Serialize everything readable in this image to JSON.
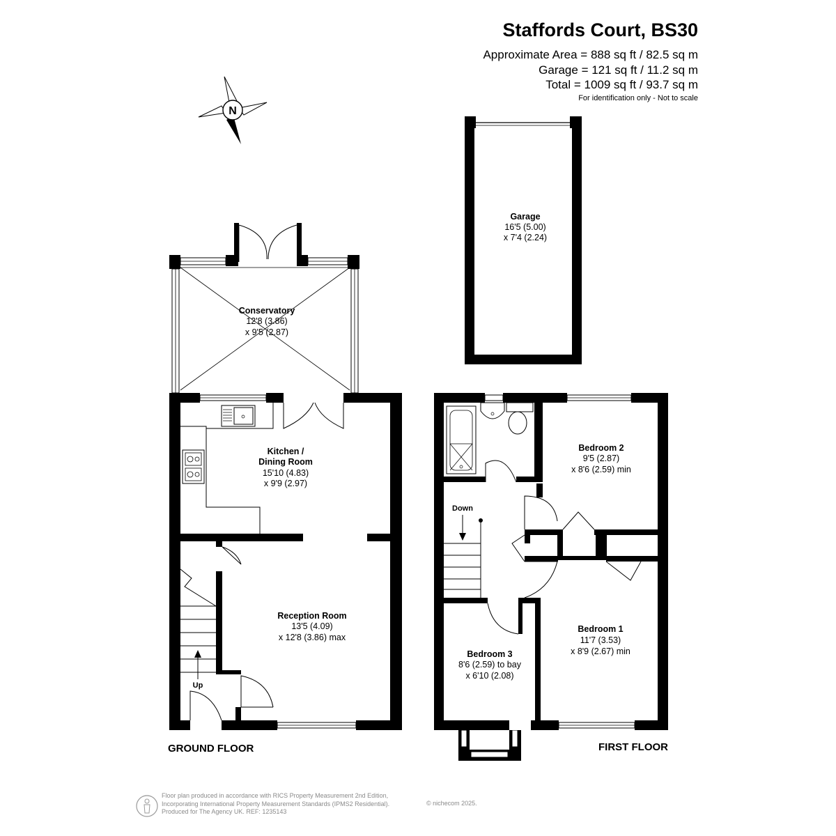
{
  "header": {
    "title": "Staffords Court, BS30",
    "approx_area": "Approximate Area = 888 sq ft / 82.5 sq m",
    "garage_area": "Garage = 121 sq ft / 11.2 sq m",
    "total_area": "Total = 1009 sq ft / 93.7 sq m",
    "note": "For identification only - Not to scale"
  },
  "compass": {
    "letter": "N"
  },
  "rooms": {
    "garage": {
      "name": "Garage",
      "dim1": "16'5 (5.00)",
      "dim2": "x 7'4 (2.24)"
    },
    "conservatory": {
      "name": "Conservatory",
      "dim1": "12'8 (3.86)",
      "dim2": "x 9'5 (2.87)"
    },
    "kitchen": {
      "name1": "Kitchen /",
      "name2": "Dining Room",
      "dim1": "15'10 (4.83)",
      "dim2": "x 9'9 (2.97)"
    },
    "reception": {
      "name": "Reception Room",
      "dim1": "13'5 (4.09)",
      "dim2": "x 12'8 (3.86) max"
    },
    "bedroom2": {
      "name": "Bedroom 2",
      "dim1": "9'5 (2.87)",
      "dim2": "x 8'6 (2.59) min"
    },
    "bedroom1": {
      "name": "Bedroom 1",
      "dim1": "11'7 (3.53)",
      "dim2": "x 8'9 (2.67) min"
    },
    "bedroom3": {
      "name": "Bedroom 3",
      "dim1": "8'6 (2.59) to bay",
      "dim2": "x 6'10 (2.08)"
    }
  },
  "stairs": {
    "up": "Up",
    "down": "Down"
  },
  "floors": {
    "ground": "GROUND FLOOR",
    "first": "FIRST FLOOR"
  },
  "footer": {
    "line1": "Floor plan produced in accordance with RICS Property Measurement 2nd Edition,",
    "line2": "Incorporating International Property Measurement Standards (IPMS2 Residential).",
    "line3": "Produced for The Agency UK.   REF:  1235143",
    "brand": "© nichecom 2025."
  }
}
